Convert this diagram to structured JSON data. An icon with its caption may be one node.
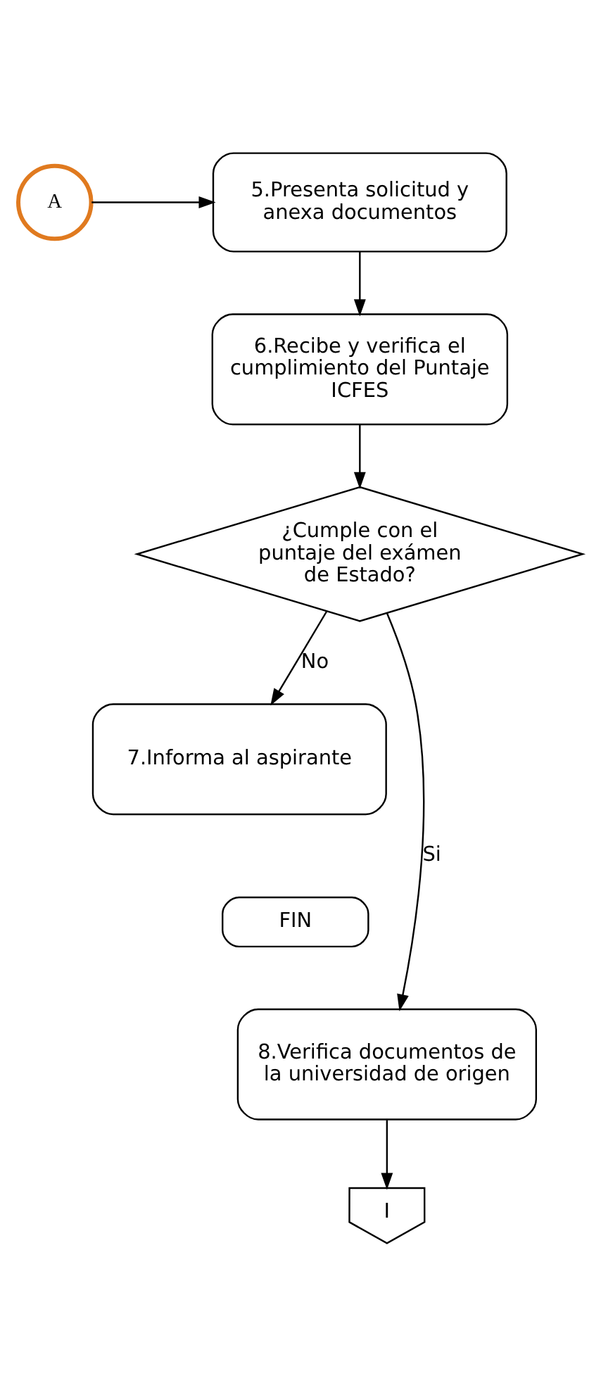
{
  "diagram": {
    "nodes": [
      {
        "text": [
          "A"
        ]
      },
      {
        "text": [
          "5.Presenta solicitud y anexa documentos"
        ]
      },
      {
        "text": [
          "6.Recibe y verifica el cumplimiento del Puntaje ICFES"
        ]
      },
      {
        "text": [
          "¿Cumple con el puntaje del exámen de Estado?"
        ]
      },
      {
        "text": [
          "7.Informa al aspirante"
        ]
      },
      {
        "text": [
          "FIN"
        ]
      },
      {
        "text": [
          "8.Verifica documentos de la universidad de origen"
        ]
      },
      {
        "text": [
          "I"
        ]
      }
    ],
    "edges": [
      {
        "from": 0,
        "to": 1,
        "arrow": "to"
      },
      {
        "from": 1,
        "to": 2,
        "arrow": "to"
      },
      {
        "from": 2,
        "to": 3,
        "arrow": "to"
      },
      {
        "from": 3,
        "to": 4,
        "arrow": "to",
        "label": "No"
      },
      {
        "from": 3,
        "to": 6,
        "arrow": "to",
        "label": "Si"
      },
      {
        "from": 6,
        "to": 7,
        "arrow": "to"
      }
    ]
  }
}
